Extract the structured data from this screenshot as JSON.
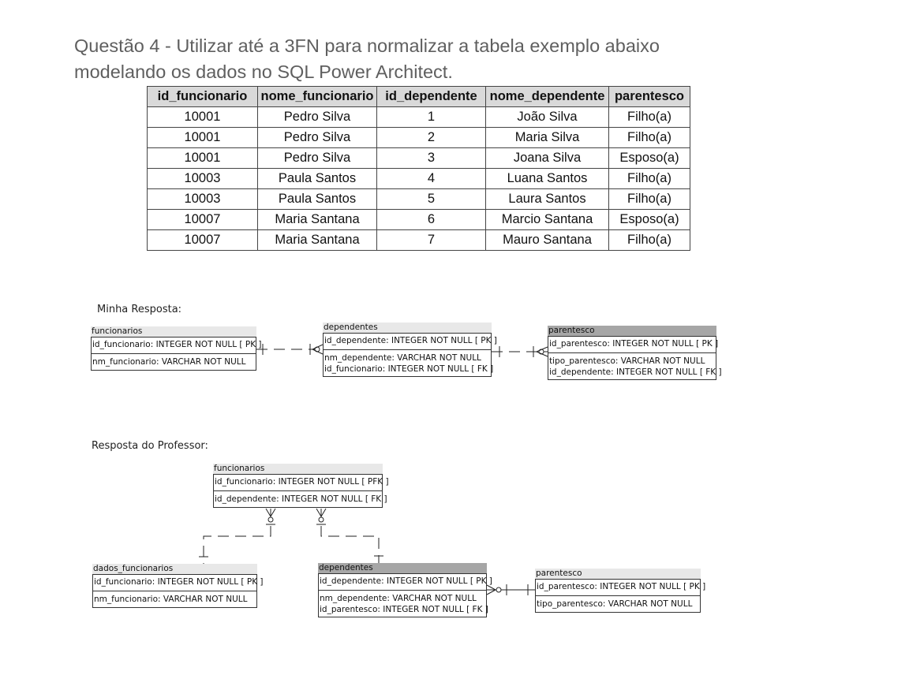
{
  "question": {
    "line1": "Questão 4 - Utilizar até a 3FN para normalizar a tabela exemplo abaixo",
    "line2": "modelando os dados no SQL Power Architect."
  },
  "table": {
    "headers": [
      "id_funcionario",
      "nome_funcionario",
      "id_dependente",
      "nome_dependente",
      "parentesco"
    ],
    "rows": [
      [
        "10001",
        "Pedro Silva",
        "1",
        "João Silva",
        "Filho(a)"
      ],
      [
        "10001",
        "Pedro Silva",
        "2",
        "Maria Silva",
        "Filho(a)"
      ],
      [
        "10001",
        "Pedro Silva",
        "3",
        "Joana Silva",
        "Esposo(a)"
      ],
      [
        "10003",
        "Paula Santos",
        "4",
        "Luana Santos",
        "Filho(a)"
      ],
      [
        "10003",
        "Paula Santos",
        "5",
        "Laura Santos",
        "Filho(a)"
      ],
      [
        "10007",
        "Maria Santana",
        "6",
        "Marcio Santana",
        "Esposo(a)"
      ],
      [
        "10007",
        "Maria Santana",
        "7",
        "Mauro Santana",
        "Filho(a)"
      ]
    ]
  },
  "minha_resposta": {
    "caption": "Minha Resposta:",
    "funcionarios": {
      "name": "funcionarios",
      "pk": "id_funcionario: INTEGER   NOT NULL  [ PK ]",
      "cols": [
        "nm_funcionario: VARCHAR   NOT NULL"
      ]
    },
    "dependentes": {
      "name": "dependentes",
      "pk": "id_dependente: INTEGER   NOT NULL  [ PK ]",
      "cols": [
        "nm_dependente: VARCHAR   NOT NULL",
        "id_funcionario: INTEGER   NOT NULL  [ FK ]"
      ]
    },
    "parentesco": {
      "name": "parentesco",
      "pk": "id_parentesco: INTEGER   NOT NULL  [ PK ]",
      "cols": [
        "tipo_parentesco: VARCHAR   NOT NULL",
        "id_dependente: INTEGER   NOT NULL  [ FK ]"
      ]
    }
  },
  "resposta_professor": {
    "caption": "Resposta do Professor:",
    "funcionarios": {
      "name": "funcionarios",
      "pk": "id_funcionario: INTEGER   NOT NULL  [ PFK ]",
      "cols": [
        "id_dependente: INTEGER   NOT NULL  [ FK ]"
      ]
    },
    "dados_funcionarios": {
      "name": "dados_funcionarios",
      "pk": "id_funcionario: INTEGER   NOT NULL  [ PK ]",
      "cols": [
        "nm_funcionario: VARCHAR   NOT NULL"
      ]
    },
    "dependentes": {
      "name": "dependentes",
      "pk": "id_dependente: INTEGER   NOT NULL  [ PK ]",
      "cols": [
        "nm_dependente: VARCHAR   NOT NULL",
        "id_parentesco: INTEGER   NOT NULL  [ FK ]"
      ]
    },
    "parentesco": {
      "name": "parentesco",
      "pk": "id_parentesco: INTEGER   NOT NULL  [ PK ]",
      "cols": [
        "tipo_parentesco: VARCHAR   NOT NULL"
      ]
    }
  }
}
